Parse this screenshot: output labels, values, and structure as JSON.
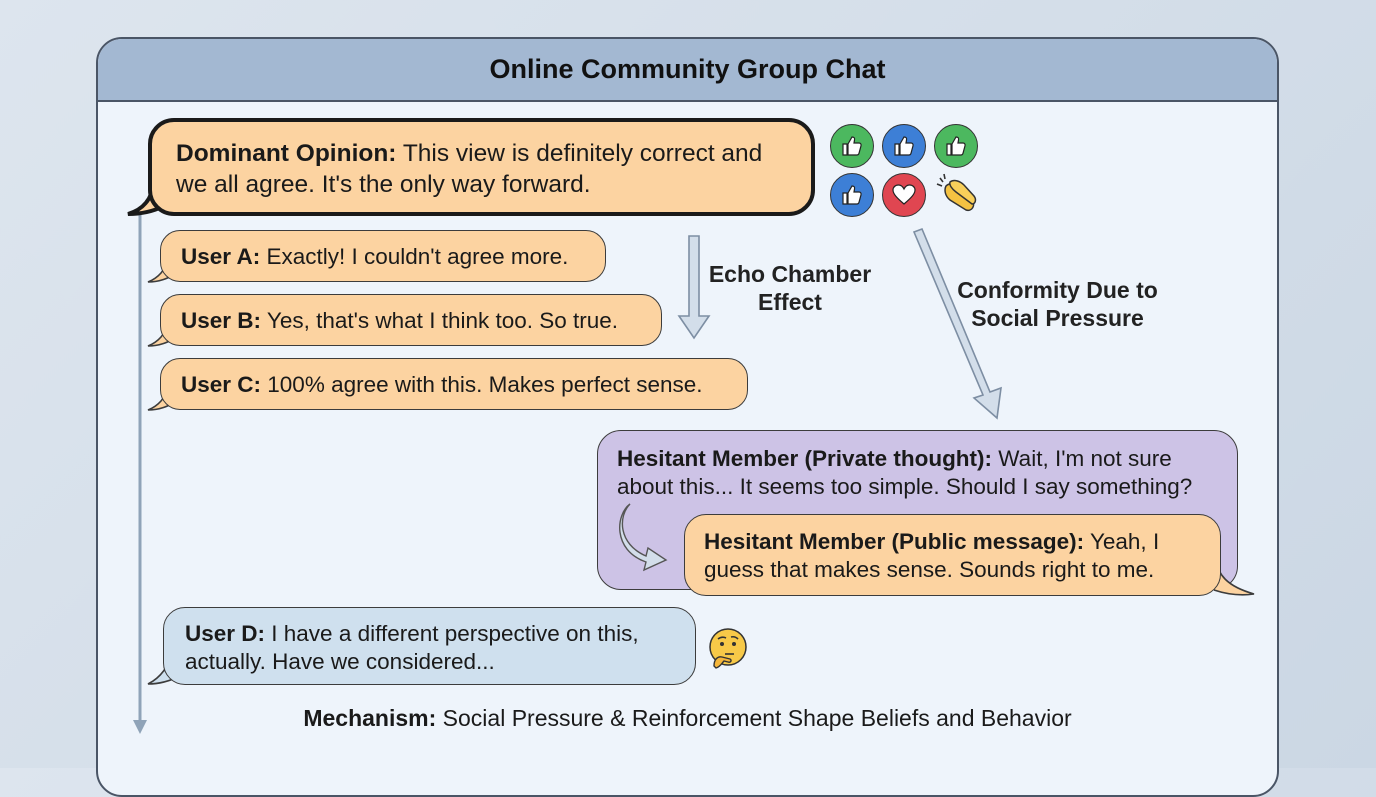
{
  "title": "Online Community Group Chat",
  "messages": {
    "dominant": {
      "speaker": "Dominant Opinion:",
      "text": " This view is definitely correct and we all agree. It's the only way forward."
    },
    "user_a": {
      "speaker": "User A:",
      "text": " Exactly! I couldn't agree more."
    },
    "user_b": {
      "speaker": "User B:",
      "text": " Yes, that's what I think too. So true."
    },
    "user_c": {
      "speaker": "User C:",
      "text": " 100% agree with this. Makes perfect sense."
    },
    "hesitant_private": {
      "speaker": "Hesitant Member (Private thought):",
      "text": " Wait, I'm not sure about this... It seems too simple. Should I say something?"
    },
    "hesitant_public": {
      "speaker": "Hesitant Member (Public message):",
      "text": " Yeah, I guess that makes sense. Sounds right to me."
    },
    "user_d": {
      "speaker": "User D:",
      "text": " I have a different perspective on this, actually. Have we considered..."
    }
  },
  "labels": {
    "echo_line1": "Echo Chamber",
    "echo_line2": "Effect",
    "conformity_line1": "Conformity Due to",
    "conformity_line2": "Social Pressure"
  },
  "mechanism": {
    "label": "Mechanism:",
    "text": " Social Pressure & Reinforcement Shape Beliefs and Behavior"
  },
  "reactions": [
    "thumbs-up-green",
    "thumbs-up-blue",
    "thumbs-up-green",
    "thumbs-up-blue",
    "heart-red",
    "clapping-hands"
  ],
  "colors": {
    "peach": "#fcd3a1",
    "purple": "#cdc3e6",
    "bluegray": "#cfe0ee",
    "header": "#a3b8d2"
  }
}
